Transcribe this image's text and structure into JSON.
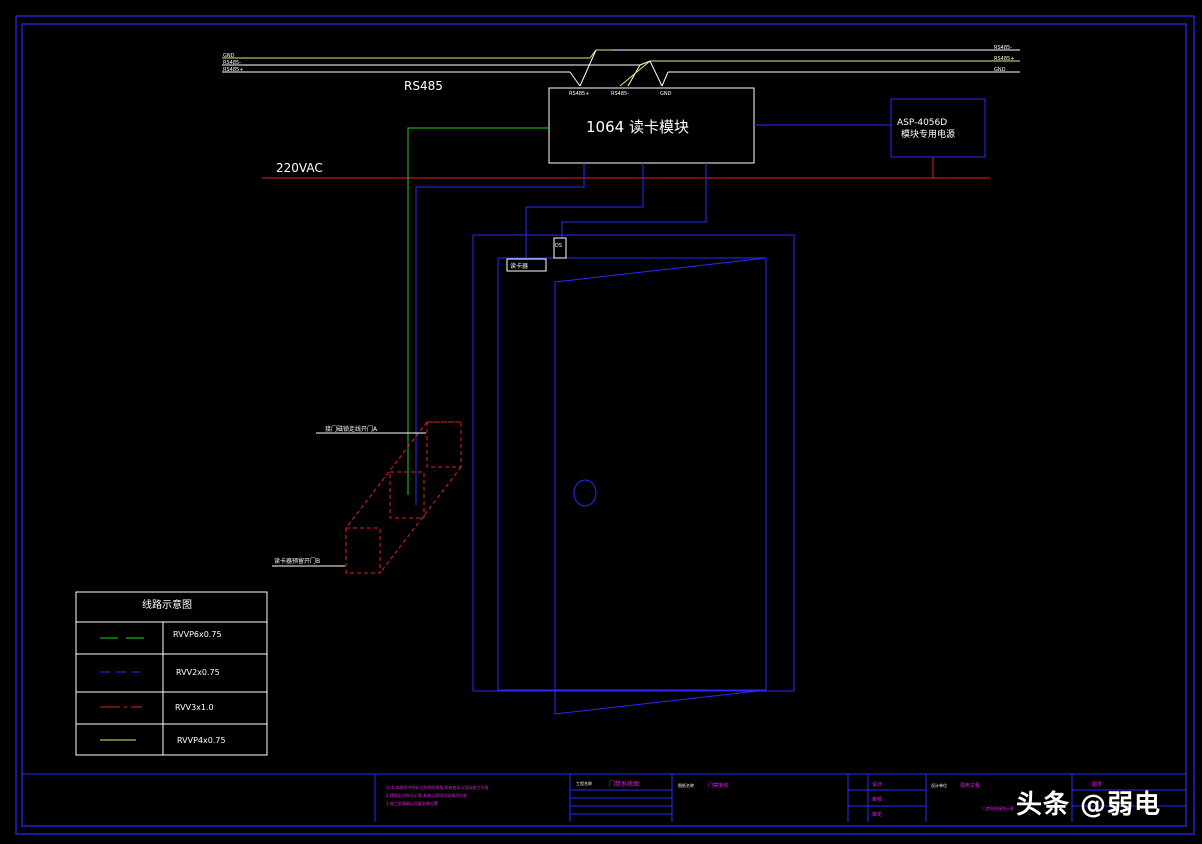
{
  "colors": {
    "background": "#000000",
    "frame": "#1f1fff",
    "white": "#ffffff",
    "green": "#1fd11f",
    "red": "#e02020",
    "yellow": "#e8e870",
    "magenta": "#e020e0"
  },
  "bus": {
    "left_labels": [
      "GND",
      "RS485-",
      "RS485+"
    ],
    "right_labels": [
      "RS485-",
      "RS485+",
      "GND"
    ],
    "module_pins": [
      "RS485+",
      "RS485-",
      "GND"
    ],
    "rs485_label": "RS485",
    "power_label": "220VAC"
  },
  "module": {
    "title": "1064 读卡模块"
  },
  "power_supply": {
    "model": "ASP-4056D",
    "name": "模块专用电源"
  },
  "door": {
    "reader_label": "读卡器",
    "lock_label": "DS"
  },
  "floor_boxes": {
    "upper_label": "接门磁锁走线开门A",
    "lower_label": "读卡器预留开门B"
  },
  "legend": {
    "title": "线路示意图",
    "rows": [
      {
        "label": "RVVP6x0.75",
        "color": "green"
      },
      {
        "label": "RVV2x0.75",
        "color": "blue"
      },
      {
        "label": "RVV3x1.0",
        "color": "red"
      },
      {
        "label": "RVVP4x0.75",
        "color": "yellow"
      }
    ]
  },
  "title_block": {
    "notes": [
      "注:1.本图纸中所标注的线缆规格,如有变动以实际施工为准",
      "2.线缆走向仅为示意,具体以现场实际情况为准",
      "3.施工前请确认设备安装位置"
    ],
    "project_caption": "工程名称",
    "project_value": "门禁系统图",
    "drawing_caption": "图纸名称",
    "drawing_value": "门禁接线",
    "role_rows": [
      "设计",
      "审核",
      "审定"
    ],
    "company_caption": "设计单位",
    "company_value": "弱电工程",
    "company_sub": "门禁系统接线示意",
    "sheet_caption": "图号"
  },
  "watermark": "头条 @弱电"
}
